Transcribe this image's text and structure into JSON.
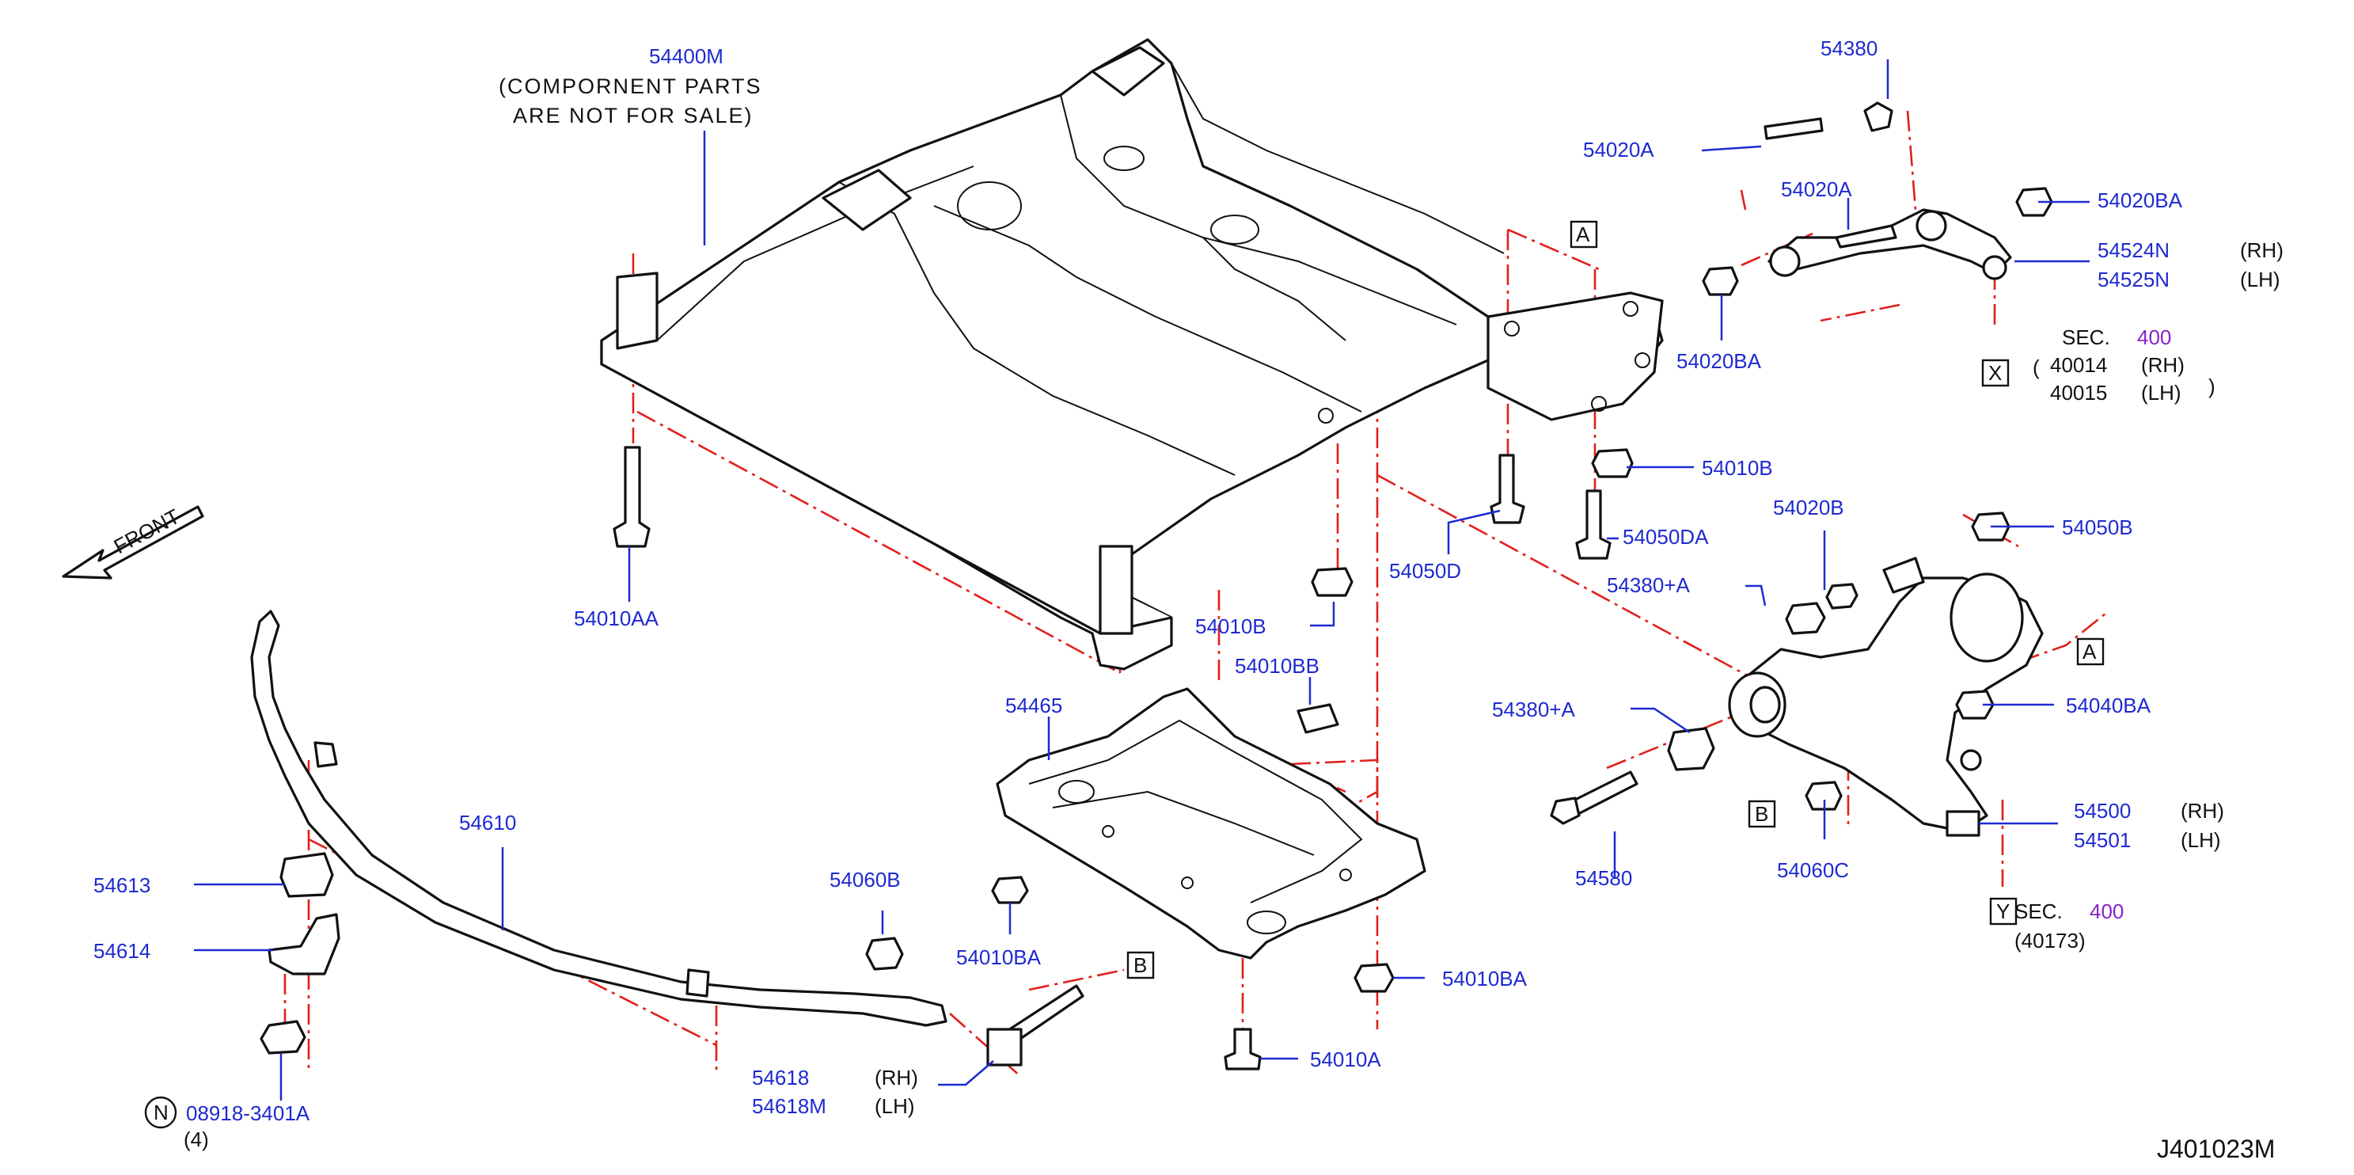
{
  "diagram_code": "J401023M",
  "front_label": "FRONT",
  "colors": {
    "part_number": "#1e2ad0",
    "section_number": "#8a21c9",
    "alignment_line": "#e0201c",
    "outline": "#111111"
  },
  "crossmember": {
    "part": "54400M",
    "note_line1": "(COMPORNENT   PARTS",
    "note_line2": "ARE   NOT   FOR   SALE)"
  },
  "parts": {
    "p54380": "54380",
    "p54020A_top": "54020A",
    "p54020A_arm": "54020A",
    "p54020BA_right": "54020BA",
    "p54524N": "54524N",
    "p54525N": "54525N",
    "p54020BA_left": "54020BA",
    "p54010B_right": "54010B",
    "p54050DA": "54050DA",
    "p54020B": "54020B",
    "p54050B": "54050B",
    "p54380A_upper": "54380+A",
    "p54050D": "54050D",
    "p54010B_left": "54010B",
    "p54010AA": "54010AA",
    "p54010BB": "54010BB",
    "p54465": "54465",
    "p54380A_lower": "54380+A",
    "p54040BA": "54040BA",
    "p54500": "54500",
    "p54501": "54501",
    "p54580": "54580",
    "p54060C": "54060C",
    "p54610": "54610",
    "p54613": "54613",
    "p54614": "54614",
    "p54060B": "54060B",
    "p54010BA_mid": "54010BA",
    "p54010BA_right": "54010BA",
    "p54010A": "54010A",
    "p54618": "54618",
    "p54618M": "54618M",
    "p08918": "08918-3401A"
  },
  "side_labels": {
    "rh_arm": "(RH)",
    "lh_arm": "(LH)",
    "rh_knuckle": "(RH)",
    "lh_knuckle": "(LH)",
    "rh_link": "(RH)",
    "lh_link": "(LH)"
  },
  "sections": {
    "upper": {
      "prefix": "SEC.",
      "number": "400",
      "ref1_code": "40014",
      "ref1_side": "(RH)",
      "ref2_code": "40015",
      "ref2_side": "(LH)"
    },
    "lower": {
      "prefix": "SEC.",
      "number": "400",
      "ref": "(40173)"
    }
  },
  "ref_boxes": {
    "a_top": "A",
    "a_right": "A",
    "x": "X",
    "b_mid": "B",
    "b_link": "B",
    "y": "Y",
    "n_circle": "N"
  },
  "nut_quantity": "(4)"
}
